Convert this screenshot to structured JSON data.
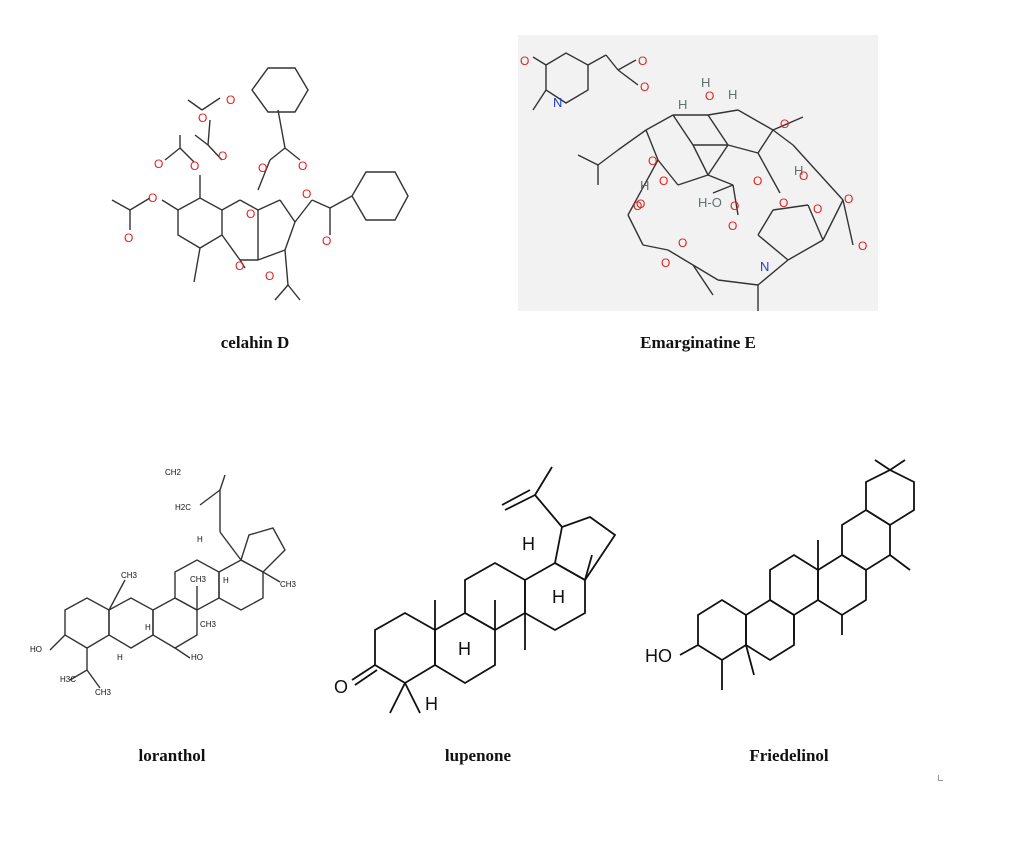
{
  "figure": {
    "compounds": [
      {
        "id": "celahin-d",
        "name": "celahin D"
      },
      {
        "id": "emarginatine-e",
        "name": "Emarginatine  E"
      },
      {
        "id": "loranthol",
        "name": "loranthol"
      },
      {
        "id": "lupenone",
        "name": "lupenone"
      },
      {
        "id": "friedelinol",
        "name": "Friedelinol"
      }
    ],
    "atom_labels": {
      "oxygen": "O",
      "nitrogen": "N",
      "hydrogen": "H",
      "hydroxyl": "HO",
      "h_oh": "H",
      "methyl_h3c": "H3C",
      "methyl_ch3": "CH3",
      "methylene_ch2": "CH2",
      "methylene_h2c": "H2C",
      "ho_dash": "H-O"
    },
    "colors": {
      "oxygen": "#e02020",
      "nitrogen": "#2040d0",
      "hydrogen": "#607070",
      "bond": "#333333"
    }
  }
}
